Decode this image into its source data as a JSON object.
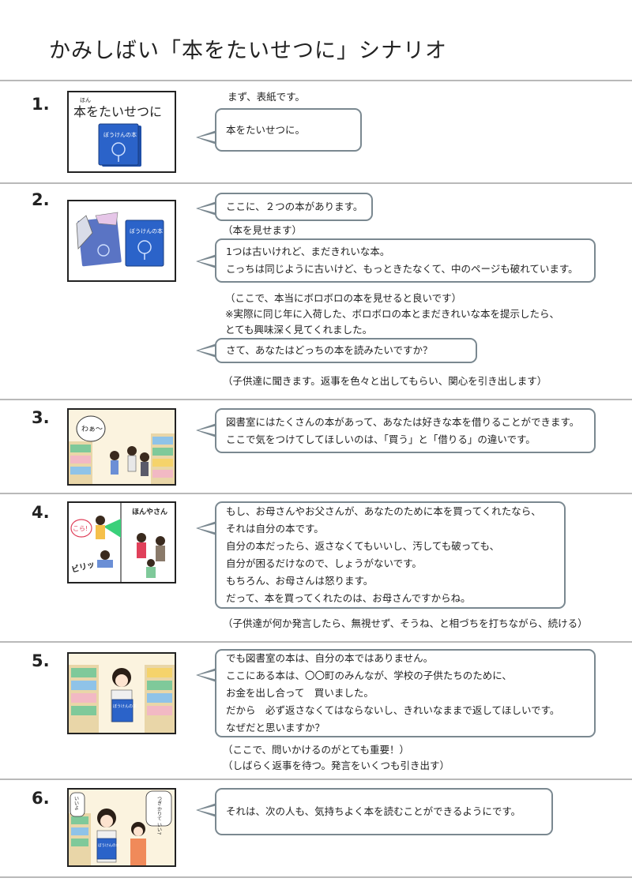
{
  "title": "かみしばい「本をたいせつに」シナリオ",
  "sections": [
    {
      "number": "1.",
      "panel_text": "本をたいせつに",
      "panel_ruby": "ほん",
      "book_label": "ぼうけんの本",
      "note_before": "まず、表紙です。",
      "bubble": [
        "本をたいせつに。"
      ]
    },
    {
      "number": "2.",
      "book_label": "ぼうけんの本",
      "bubble_1": [
        "ここに、２つの本があります。"
      ],
      "note_1": [
        "（本を見せます）"
      ],
      "bubble_2": [
        "1つは古いけれど、まだきれいな本。",
        "こっちは同じように古いけど、もっときたなくて、中のページも破れています。"
      ],
      "note_2": [
        "（ここで、本当にボロボロの本を見せると良いです）",
        "※実際に同じ年に入荷した、ボロボロの本とまだきれいな本を提示したら、",
        "とても興味深く見てくれました。"
      ],
      "bubble_3": [
        "さて、あなたはどっちの本を読みたいですか？"
      ],
      "note_3": [
        "（子供達に聞きます。返事を色々と出してもらい、関心を引き出します）"
      ]
    },
    {
      "number": "3.",
      "panel_speech": "わぁ〜",
      "bubble": [
        "図書室にはたくさんの本があって、あなたは好きな本を借りることができます。",
        "ここで気をつけてしてほしいのは、「買う」と「借りる」の違いです。"
      ]
    },
    {
      "number": "4.",
      "panel_label": "ほんやさん",
      "panel_sfx_1": "こら!",
      "panel_sfx_2": "ビリッ",
      "bubble": [
        "もし、お母さんやお父さんが、あなたのために本を買ってくれたなら、",
        "それは自分の本です。",
        "自分の本だったら、返さなくてもいいし、汚しても破っても、",
        "自分が困るだけなので、しょうがないです。",
        "もちろん、お母さんは怒ります。",
        "だって、本を買ってくれたのは、お母さんですからね。"
      ],
      "note": [
        "（子供達が何か発言したら、無視せず、そうね、と相づちを打ちながら、続ける）"
      ]
    },
    {
      "number": "5.",
      "book_label": "ぼうけんの本",
      "bubble": [
        "でも図書室の本は、自分の本ではありません。",
        "ここにある本は、〇〇町のみんなが、学校の子供たちのために、",
        "お金を出し合って　買いました。",
        "だから　必ず返さなくてはならないし、きれいなままで返してほしいです。",
        "なぜだと思いますか？"
      ],
      "note": [
        "（ここで、問いかけるのがとても重要！）",
        "（しばらく返事を待つ。発言をいくつも引き出す）"
      ]
    },
    {
      "number": "6.",
      "panel_speech_1": "いいよ",
      "panel_speech_2": "つぎ かりて いい?",
      "book_label": "ぼうけんの本",
      "bubble": [
        "それは、次の人も、気持ちよく本を読むことができるようにです。"
      ]
    }
  ],
  "colors": {
    "rule": "#b9b9b9",
    "bubble_border": "#7a8890",
    "book_blue": "#2b63c9",
    "shelf_green": "#7fc99a"
  }
}
